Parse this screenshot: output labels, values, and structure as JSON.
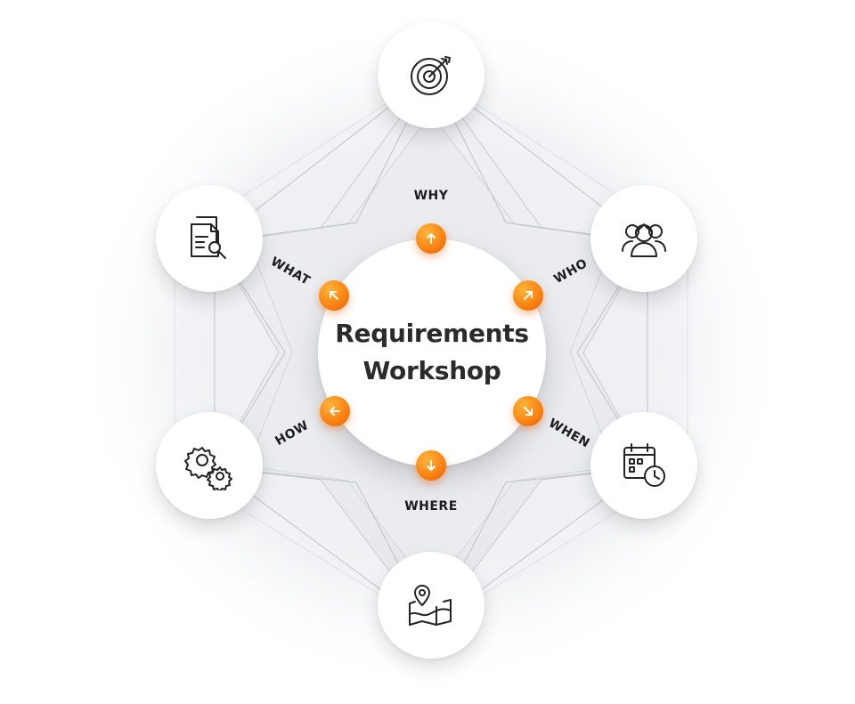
{
  "center": {
    "title_line1": "Requirements",
    "title_line2": "Workshop"
  },
  "questions": [
    {
      "label": "WHY",
      "icon": "target-icon",
      "arrow": "arrow-up"
    },
    {
      "label": "WHO",
      "icon": "people-icon",
      "arrow": "arrow-up-right"
    },
    {
      "label": "WHEN",
      "icon": "calendar-clock-icon",
      "arrow": "arrow-down-right"
    },
    {
      "label": "WHERE",
      "icon": "map-pin-icon",
      "arrow": "arrow-down"
    },
    {
      "label": "HOW",
      "icon": "gears-icon",
      "arrow": "arrow-left"
    },
    {
      "label": "WHAT",
      "icon": "document-search-icon",
      "arrow": "arrow-up-left"
    }
  ],
  "colors": {
    "accent_light": "#ffb33a",
    "accent": "#fb8513",
    "accent_dark": "#ea5d05",
    "text": "#1c1c1c",
    "icon_stroke": "#222222"
  }
}
